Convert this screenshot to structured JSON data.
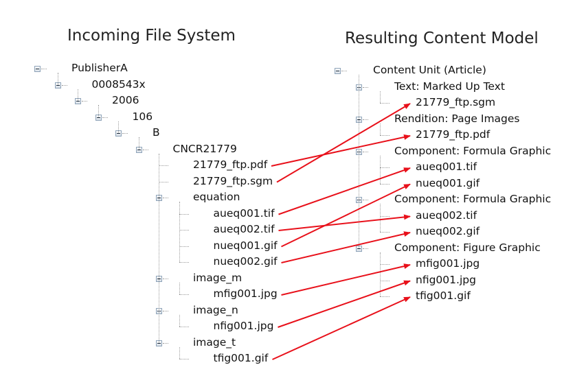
{
  "headings": {
    "left": "Incoming File System",
    "right": "Resulting Content Model"
  },
  "left_tree": [
    {
      "label": "PublisherA",
      "depth": 0,
      "toggle": true
    },
    {
      "label": "0008543x",
      "depth": 1,
      "toggle": true
    },
    {
      "label": "2006",
      "depth": 2,
      "toggle": true
    },
    {
      "label": "106",
      "depth": 3,
      "toggle": true
    },
    {
      "label": "B",
      "depth": 4,
      "toggle": true
    },
    {
      "label": "CNCR21779",
      "depth": 5,
      "toggle": true
    },
    {
      "label": "21779_ftp.pdf",
      "depth": 6,
      "toggle": false
    },
    {
      "label": "21779_ftp.sgm",
      "depth": 6,
      "toggle": false
    },
    {
      "label": "equation",
      "depth": 6,
      "toggle": true
    },
    {
      "label": "aueq001.tif",
      "depth": 7,
      "toggle": false
    },
    {
      "label": "aueq002.tif",
      "depth": 7,
      "toggle": false
    },
    {
      "label": "nueq001.gif",
      "depth": 7,
      "toggle": false
    },
    {
      "label": "nueq002.gif",
      "depth": 7,
      "toggle": false
    },
    {
      "label": "image_m",
      "depth": 6,
      "toggle": true
    },
    {
      "label": "mfig001.jpg",
      "depth": 7,
      "toggle": false
    },
    {
      "label": "image_n",
      "depth": 6,
      "toggle": true
    },
    {
      "label": "nfig001.jpg",
      "depth": 7,
      "toggle": false
    },
    {
      "label": "image_t",
      "depth": 6,
      "toggle": true
    },
    {
      "label": "tfig001.gif",
      "depth": 7,
      "toggle": false
    }
  ],
  "right_tree": [
    {
      "label": "Content Unit (Article)",
      "depth": 0,
      "toggle": true
    },
    {
      "label": "Text: Marked Up Text",
      "depth": 1,
      "toggle": true
    },
    {
      "label": "21779_ftp.sgm",
      "depth": 2,
      "toggle": false
    },
    {
      "label": "Rendition: Page Images",
      "depth": 1,
      "toggle": true
    },
    {
      "label": "21779_ftp.pdf",
      "depth": 2,
      "toggle": false
    },
    {
      "label": "Component: Formula Graphic",
      "depth": 1,
      "toggle": true
    },
    {
      "label": "aueq001.tif",
      "depth": 2,
      "toggle": false
    },
    {
      "label": "nueq001.gif",
      "depth": 2,
      "toggle": false
    },
    {
      "label": "Component: Formula Graphic",
      "depth": 1,
      "toggle": true
    },
    {
      "label": "aueq002.tif",
      "depth": 2,
      "toggle": false
    },
    {
      "label": "nueq002.gif",
      "depth": 2,
      "toggle": false
    },
    {
      "label": "Component: Figure Graphic",
      "depth": 1,
      "toggle": true
    },
    {
      "label": "mfig001.jpg",
      "depth": 2,
      "toggle": false
    },
    {
      "label": "nfig001.jpg",
      "depth": 2,
      "toggle": false
    },
    {
      "label": "tfig001.gif",
      "depth": 2,
      "toggle": false
    }
  ],
  "mappings": [
    {
      "from": 6,
      "to": 4
    },
    {
      "from": 7,
      "to": 2
    },
    {
      "from": 9,
      "to": 6
    },
    {
      "from": 10,
      "to": 9
    },
    {
      "from": 11,
      "to": 7
    },
    {
      "from": 12,
      "to": 10
    },
    {
      "from": 14,
      "to": 12
    },
    {
      "from": 16,
      "to": 13
    },
    {
      "from": 18,
      "to": 14
    }
  ],
  "colors": {
    "arrow": "#e8101a",
    "toggle_border": "#8ea3b8",
    "connector": "#9a9a9a"
  },
  "icons": {
    "toggle": "collapse-toggle-icon",
    "arrow": "mapping-arrow"
  }
}
